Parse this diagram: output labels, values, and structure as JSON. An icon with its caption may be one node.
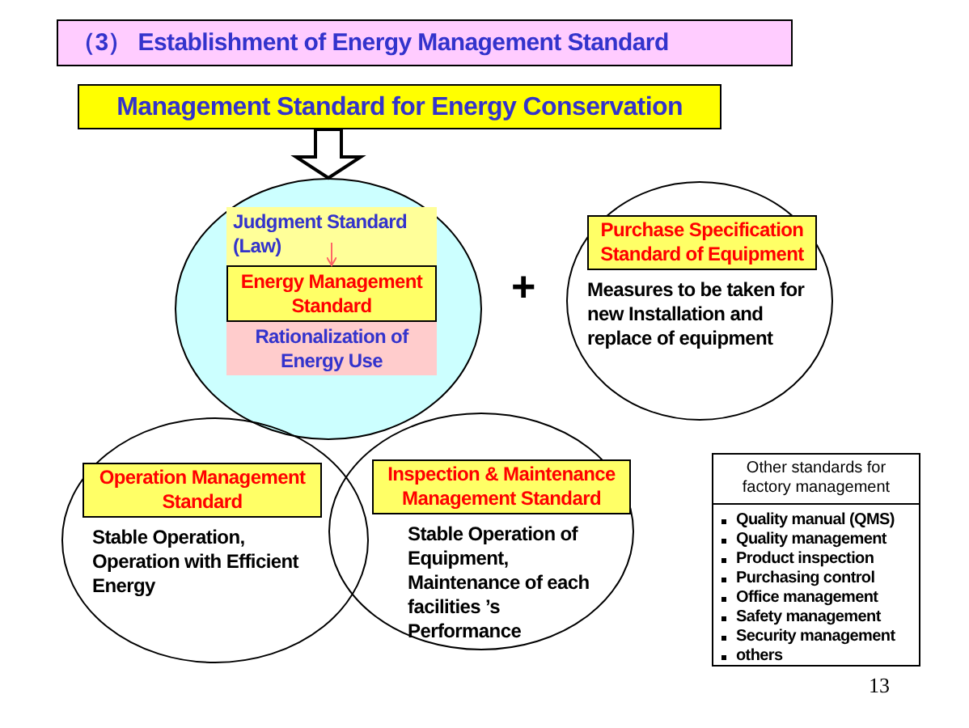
{
  "diagram": {
    "title": "（3） Establishment of Energy Management Standard",
    "nodes": [
      {
        "text": [
          "Management Standard for Energy Conservation"
        ]
      },
      {
        "text": [],
        "shape": "circle"
      },
      {
        "text": [
          "Judgment Standard (Law)"
        ],
        "in": 1
      },
      {
        "text": [
          "Energy Management Standard"
        ],
        "in": 1
      },
      {
        "text": [
          "Rationalization of Energy Use"
        ],
        "in": 1
      },
      {
        "text": [
          "Measures to be taken for new Installation and replace of equipment"
        ]
      },
      {
        "text": [
          "Purchase Specification Standard of Equipment"
        ],
        "in": 5
      },
      {
        "text": [
          "Stable Operation, Operation with Efficient Energy"
        ]
      },
      {
        "text": [
          "Operation Management Standard"
        ],
        "in": 7
      },
      {
        "text": [
          "Stable Operation of Equipment, Maintenance of each facilities ’s Performance"
        ]
      },
      {
        "text": [
          "Inspection & Maintenance Management Standard"
        ],
        "in": 9
      },
      {
        "text": [
          "Other standards for factory management",
          "Quality manual (QMS)",
          "Quality management",
          "Product inspection",
          "Purchasing control",
          "Office management",
          "Safety management",
          "Security management",
          "others"
        ]
      }
    ],
    "edges": [
      {
        "from": 0,
        "to": 1,
        "arrow": "to",
        "style": "thick"
      },
      {
        "from": 2,
        "to": 3,
        "arrow": "to",
        "color": "#ff6666"
      }
    ],
    "labels": [
      "+",
      "13"
    ]
  }
}
